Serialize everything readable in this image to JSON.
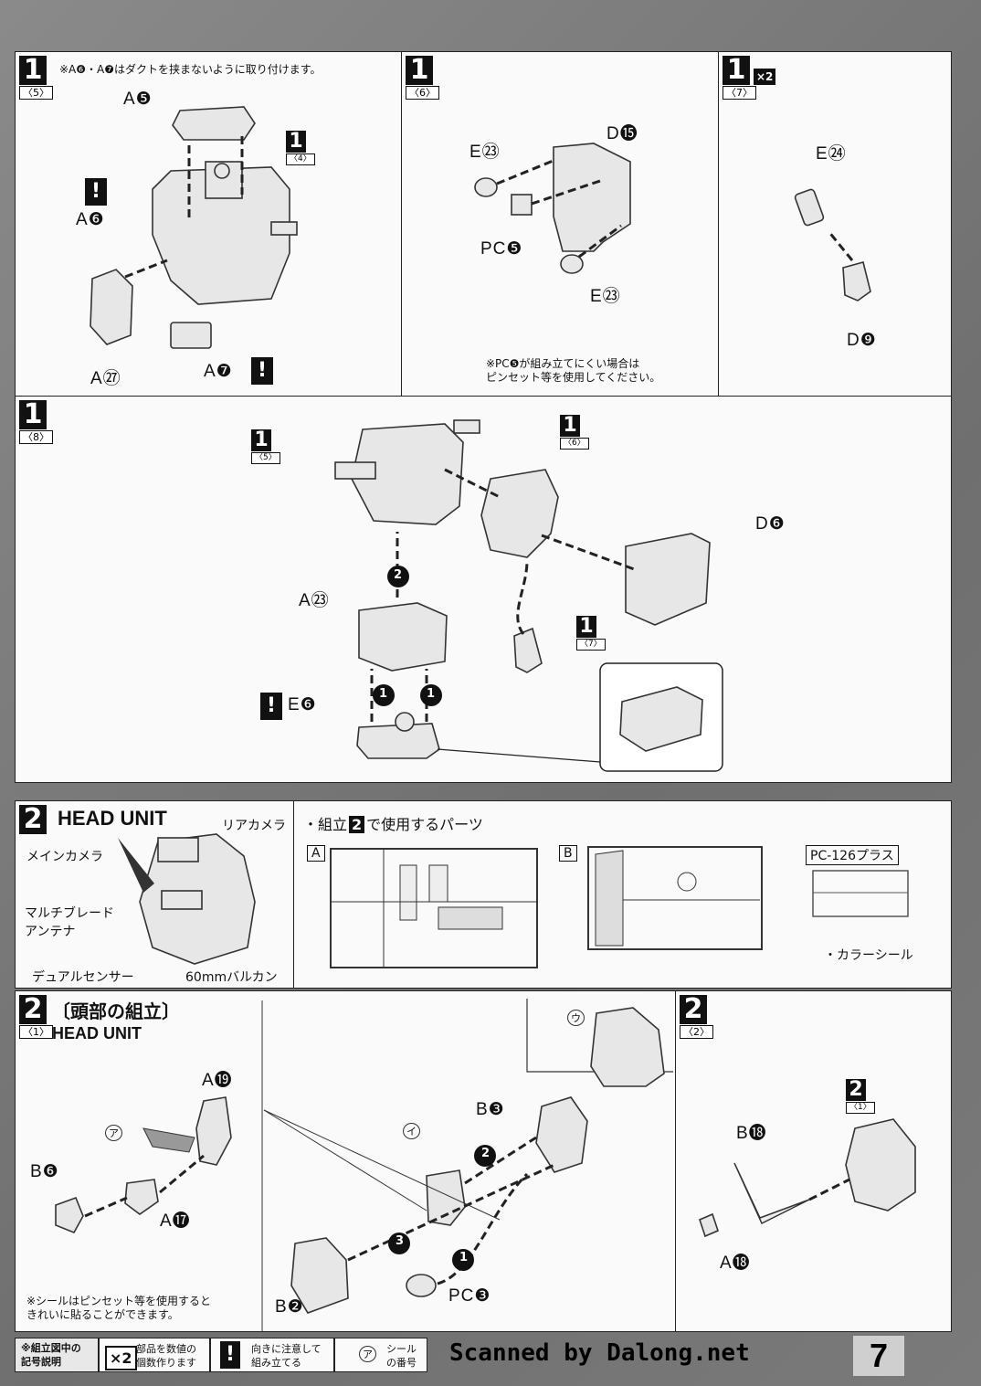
{
  "steps": {
    "s5": {
      "num": "1",
      "sub": "〈5〉",
      "note": "※A❻・A❼はダクトを挟まないように取り付けます。",
      "ref_num": "1",
      "ref_sub": "〈4〉",
      "labels": {
        "a5": "A❺",
        "a6": "A❻",
        "a27": "A㉗",
        "a7": "A❼"
      }
    },
    "s6": {
      "num": "1",
      "sub": "〈6〉",
      "note": "※PC❺が組み立てにくい場合は\nピンセット等を使用してください。",
      "labels": {
        "e23a": "E㉓",
        "d15": "D⓯",
        "pce": "PC❺",
        "e23b": "E㉓"
      }
    },
    "s7": {
      "num": "1",
      "sub": "〈7〉",
      "mult": "×2",
      "labels": {
        "e24": "E㉔",
        "d9": "D❾"
      }
    },
    "s8": {
      "num": "1",
      "sub": "〈8〉",
      "ref5_num": "1",
      "ref5_sub": "〈5〉",
      "ref6_num": "1",
      "ref6_sub": "〈6〉",
      "ref7_num": "1",
      "ref7_sub": "〈7〉",
      "labels": {
        "d6": "D❻",
        "a23": "A㉓",
        "e6": "E❻"
      },
      "order": [
        "1",
        "1",
        "2"
      ]
    },
    "head": {
      "num": "2",
      "title": "HEAD UNIT",
      "rear_camera": "リアカメラ",
      "main_camera": "メインカメラ",
      "antenna": "マルチブレード\nアンテナ",
      "dual_sensor": "デュアルセンサー",
      "vulcan": "60mmバルカン"
    },
    "parts": {
      "heading_pre": "・組立",
      "heading_num": "2",
      "heading_post": "で使用するパーツ",
      "runner_a": "A",
      "runner_b": "B",
      "pc": "PC-126プラス",
      "seal": "・カラーシール"
    },
    "h1": {
      "num": "2",
      "title": "〔頭部の組立〕",
      "sub": "〈1〉",
      "subtitle": "HEAD UNIT",
      "labels": {
        "a19": "A⓳",
        "b6": "B❻",
        "a17": "A⓱",
        "b3": "B❸",
        "b2": "B❷",
        "pcb": "PC❸"
      },
      "seals": [
        "ア",
        "イ",
        "ウ"
      ],
      "order": [
        "1",
        "2",
        "3"
      ],
      "note": "※シールはピンセット等を使用すると\nきれいに貼ることができます。"
    },
    "h2": {
      "num": "2",
      "sub": "〈2〉",
      "ref_num": "2",
      "ref_sub": "〈1〉",
      "labels": {
        "b18": "B⓲",
        "a18": "A⓲"
      }
    }
  },
  "legend": {
    "title": "※組立図中の\n記号説明",
    "mult": "×2",
    "mult_text": "部品を数値の\n個数作ります",
    "warn": "!",
    "warn_text": "向きに注意して\n組み立てる",
    "seal": "ア",
    "seal_text": "シール\nの番号"
  },
  "watermark": "Scanned by Dalong.net",
  "page_number": "7"
}
